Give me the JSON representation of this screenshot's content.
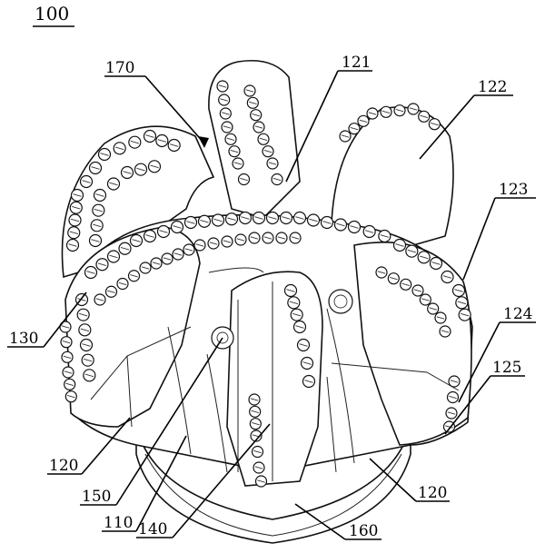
{
  "title": "100",
  "labels": {
    "l170": "170",
    "l121": "121",
    "l122": "122",
    "l123": "123",
    "l130": "130",
    "l124": "124",
    "l125": "125",
    "l120a": "120",
    "l150": "150",
    "l110": "110",
    "l140": "140",
    "l160": "160",
    "l120b": "120"
  }
}
